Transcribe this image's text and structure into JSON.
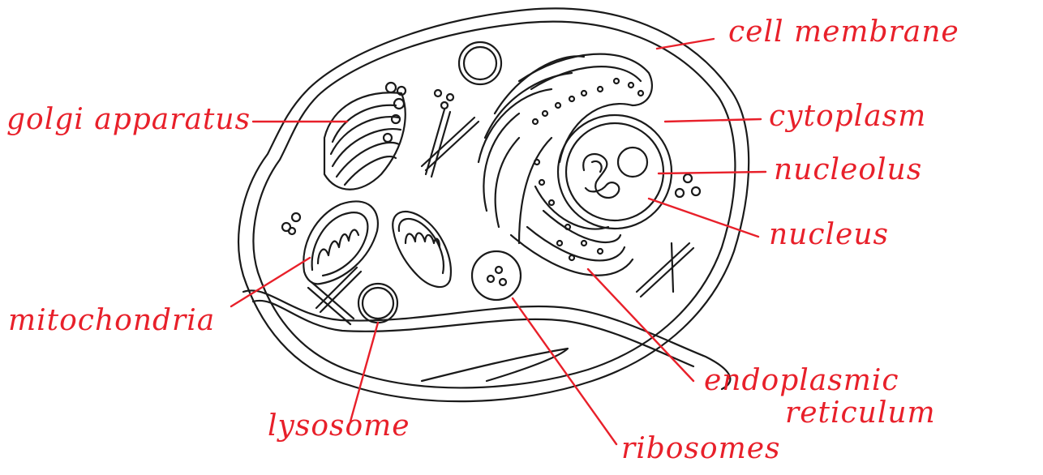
{
  "diagram": {
    "accent_color": "#e8202a",
    "line_color": "#1a1a1a",
    "labels": {
      "cell_membrane": "cell membrane",
      "golgi_apparatus": "golgi apparatus",
      "cytoplasm": "cytoplasm",
      "nucleolus": "nucleolus",
      "nucleus": "nucleus",
      "mitochondria": "mitochondria",
      "endoplasmic_reticulum_line1": "endoplasmic",
      "endoplasmic_reticulum_line2": "reticulum",
      "lysosome": "lysosome",
      "ribosomes": "ribosomes"
    }
  }
}
